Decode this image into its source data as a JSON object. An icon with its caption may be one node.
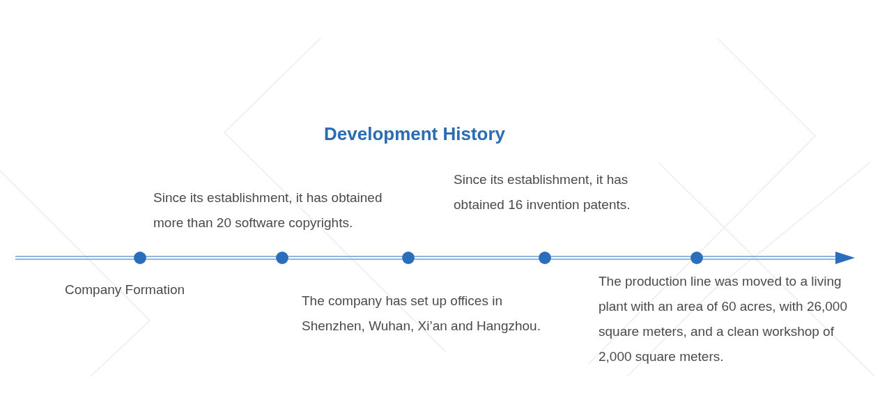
{
  "diagram": {
    "title": "Development History",
    "nodes": [
      {
        "text": [],
        "shape": "circle",
        "beside": [
          "Company Formation"
        ]
      },
      {
        "text": [],
        "shape": "circle",
        "beside": [
          "Since its establishment, it has obtained more than 20 software copyrights."
        ]
      },
      {
        "text": [],
        "shape": "circle",
        "beside": [
          "The company has set up offices in Shenzhen, Wuhan, Xi’an and Hangzhou."
        ]
      },
      {
        "text": [],
        "shape": "circle",
        "beside": [
          "Since its establishment, it has obtained 16 invention patents."
        ]
      },
      {
        "text": [],
        "shape": "circle",
        "beside": [
          "The production line was moved to a living plant with an area of 60 acres, with 26,000 square meters, and a clean workshop of 2,000 square meters."
        ]
      }
    ],
    "edges": [
      {
        "from": null,
        "to": 0,
        "arrow": "none"
      },
      {
        "from": 0,
        "to": 1,
        "arrow": "none"
      },
      {
        "from": 1,
        "to": 2,
        "arrow": "none"
      },
      {
        "from": 2,
        "to": 3,
        "arrow": "none"
      },
      {
        "from": 3,
        "to": 4,
        "arrow": "none"
      },
      {
        "from": 4,
        "to": null,
        "arrow": "to"
      }
    ]
  }
}
